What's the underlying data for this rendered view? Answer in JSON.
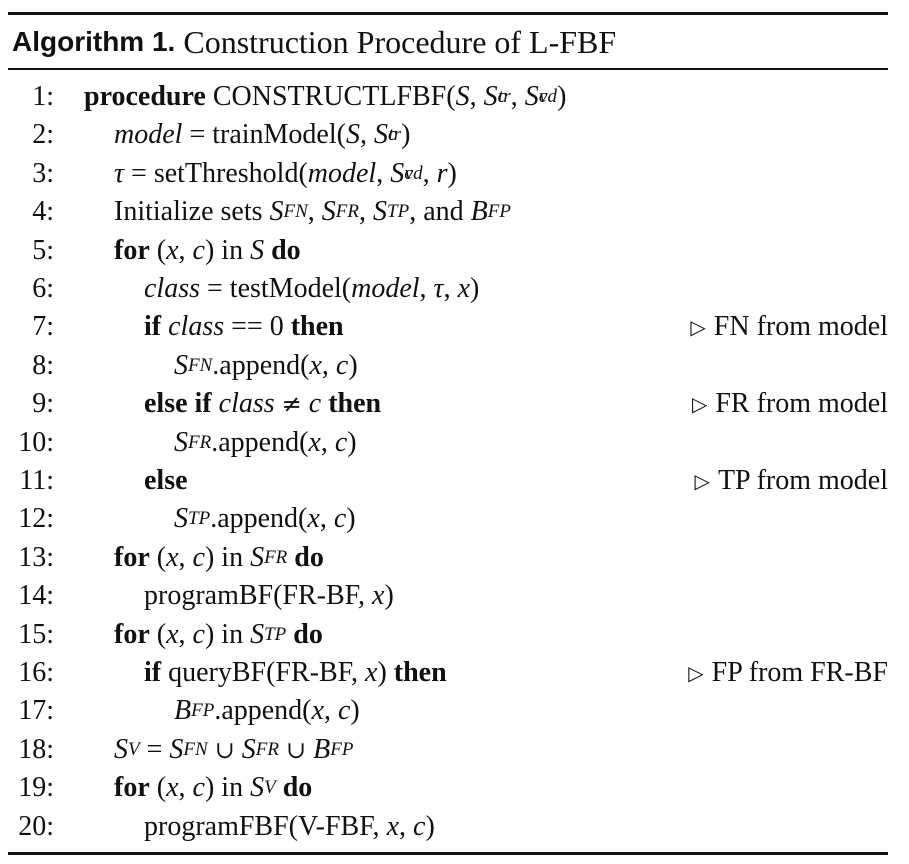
{
  "title": {
    "label": "Algorithm 1.",
    "text": "Construction Procedure of L-FBF"
  },
  "lines": [
    {
      "num": "1:",
      "indent": 0,
      "html": "<span class='kw'>procedure</span>&nbsp;CONSTRUCTLFBF(<span class='it'>S</span>,&nbsp;<span class='it'>S</span><sup>c</sup><sub style='margin-left:-8px'>tr</sub>,&nbsp;<span class='it'>S</span><sup>c</sup><sub style='margin-left:-8px'>vd</sub>)",
      "comment": ""
    },
    {
      "num": "2:",
      "indent": 1,
      "html": "<span class='it'>model</span>&nbsp;=&nbsp;trainModel(<span class='it'>S</span>,&nbsp;<span class='it'>S</span><sup>c</sup><sub style='margin-left:-8px'>tr</sub>)",
      "comment": ""
    },
    {
      "num": "3:",
      "indent": 1,
      "html": "<span class='it'>τ</span>&nbsp;=&nbsp;setThreshold(<span class='it'>model</span>,&nbsp;<span class='it'>S</span><sup>c</sup><sub style='margin-left:-8px'>vd</sub>,&nbsp;<span class='it'>r</span>)",
      "comment": ""
    },
    {
      "num": "4:",
      "indent": 1,
      "html": "Initialize sets&nbsp;<span class='it'>S</span><sub>FN</sub>,&nbsp;<span class='it'>S</span><sub>FR</sub>,&nbsp;<span class='it'>S</span><sub>TP</sub>, and&nbsp;<span class='it'>B</span><sub>FP</sub>",
      "comment": ""
    },
    {
      "num": "5:",
      "indent": 1,
      "html": "<span class='kw'>for</span>&nbsp;(<span class='it'>x</span>,&nbsp;<span class='it'>c</span>) in&nbsp;<span class='it'>S</span>&nbsp;<span class='kw'>do</span>",
      "comment": ""
    },
    {
      "num": "6:",
      "indent": 2,
      "html": "<span class='it'>class</span>&nbsp;=&nbsp;testModel(<span class='it'>model</span>,&nbsp;<span class='it'>τ</span>,&nbsp;<span class='it'>x</span>)",
      "comment": ""
    },
    {
      "num": "7:",
      "indent": 2,
      "html": "<span class='kw'>if</span>&nbsp;<span class='it'>class</span>&nbsp;==&nbsp;0&nbsp;<span class='kw'>then</span>",
      "comment": "FN from model"
    },
    {
      "num": "8:",
      "indent": 3,
      "html": "<span class='it'>S</span><sub>FN</sub>.append(<span class='it'>x</span>,&nbsp;<span class='it'>c</span>)",
      "comment": ""
    },
    {
      "num": "9:",
      "indent": 2,
      "html": "<span class='kw'>else if</span>&nbsp;<span class='it'>class</span>&nbsp;<span class='sym'>≠</span>&nbsp;<span class='it'>c</span>&nbsp;<span class='kw'>then</span>",
      "comment": "FR from model"
    },
    {
      "num": "10:",
      "indent": 3,
      "html": "<span class='it'>S</span><sub>FR</sub>.append(<span class='it'>x</span>,&nbsp;<span class='it'>c</span>)",
      "comment": ""
    },
    {
      "num": "11:",
      "indent": 2,
      "html": "<span class='kw'>else</span>",
      "comment": "TP from model"
    },
    {
      "num": "12:",
      "indent": 3,
      "html": "<span class='it'>S</span><sub>TP</sub>.append(<span class='it'>x</span>,&nbsp;<span class='it'>c</span>)",
      "comment": ""
    },
    {
      "num": "13:",
      "indent": 1,
      "html": "<span class='kw'>for</span>&nbsp;(<span class='it'>x</span>,&nbsp;<span class='it'>c</span>) in&nbsp;<span class='it'>S</span><sub>FR</sub>&nbsp;<span class='kw'>do</span>",
      "comment": ""
    },
    {
      "num": "14:",
      "indent": 2,
      "html": "programBF(FR-BF,&nbsp;<span class='it'>x</span>)",
      "comment": ""
    },
    {
      "num": "15:",
      "indent": 1,
      "html": "<span class='kw'>for</span>&nbsp;(<span class='it'>x</span>,&nbsp;<span class='it'>c</span>) in&nbsp;<span class='it'>S</span><sub>TP</sub>&nbsp;<span class='kw'>do</span>",
      "comment": ""
    },
    {
      "num": "16:",
      "indent": 2,
      "html": "<span class='kw'>if</span>&nbsp;queryBF(FR-BF,&nbsp;<span class='it'>x</span>)&nbsp;<span class='kw'>then</span>",
      "comment": "FP from FR-BF"
    },
    {
      "num": "17:",
      "indent": 3,
      "html": "<span class='it'>B</span><sub>FP</sub>.append(<span class='it'>x</span>,&nbsp;<span class='it'>c</span>)",
      "comment": ""
    },
    {
      "num": "18:",
      "indent": 1,
      "html": "<span class='it'>S</span><sub>V</sub>&nbsp;=&nbsp;<span class='it'>S</span><sub>FN</sub>&nbsp;<span class='sym'>∪</span>&nbsp;<span class='it'>S</span><sub>FR</sub>&nbsp;<span class='sym'>∪</span>&nbsp;<span class='it'>B</span><sub>FP</sub>",
      "comment": ""
    },
    {
      "num": "19:",
      "indent": 1,
      "html": "<span class='kw'>for</span>&nbsp;(<span class='it'>x</span>,&nbsp;<span class='it'>c</span>) in&nbsp;<span class='it'>S</span><sub>V</sub>&nbsp;<span class='kw'>do</span>",
      "comment": ""
    },
    {
      "num": "20:",
      "indent": 2,
      "html": "programFBF(V-FBF,&nbsp;<span class='it'>x</span>,&nbsp;<span class='it'>c</span>)",
      "comment": ""
    }
  ]
}
